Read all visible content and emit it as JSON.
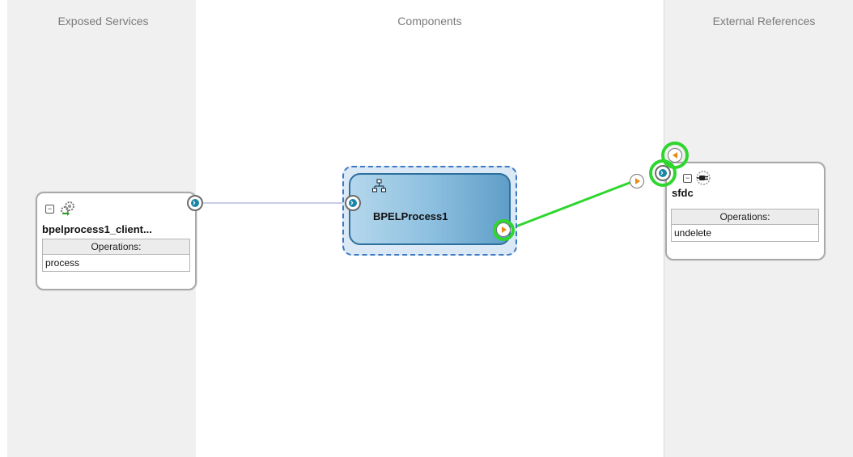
{
  "lanes": {
    "exposed_services": "Exposed Services",
    "components": "Components",
    "external_references": "External References"
  },
  "client_service": {
    "name": "bpelprocess1_client...",
    "operations_header": "Operations:",
    "operations": [
      "process"
    ],
    "icon": "gear-service-icon"
  },
  "bpel_component": {
    "name": "BPELProcess1",
    "icon": "bpel-process-icon"
  },
  "sfdc_reference": {
    "name": "sfdc",
    "operations_header": "Operations:",
    "operations": [
      "undelete"
    ],
    "icon": "adapter-plug-icon"
  },
  "colors": {
    "lane_bg": "#f0f0f0",
    "wire_plain": "#c8cde8",
    "wire_highlight": "#2ed62e",
    "bpel_border": "#3e79c4",
    "port_teal": "#1a86a6",
    "port_orange": "#e58c12"
  }
}
